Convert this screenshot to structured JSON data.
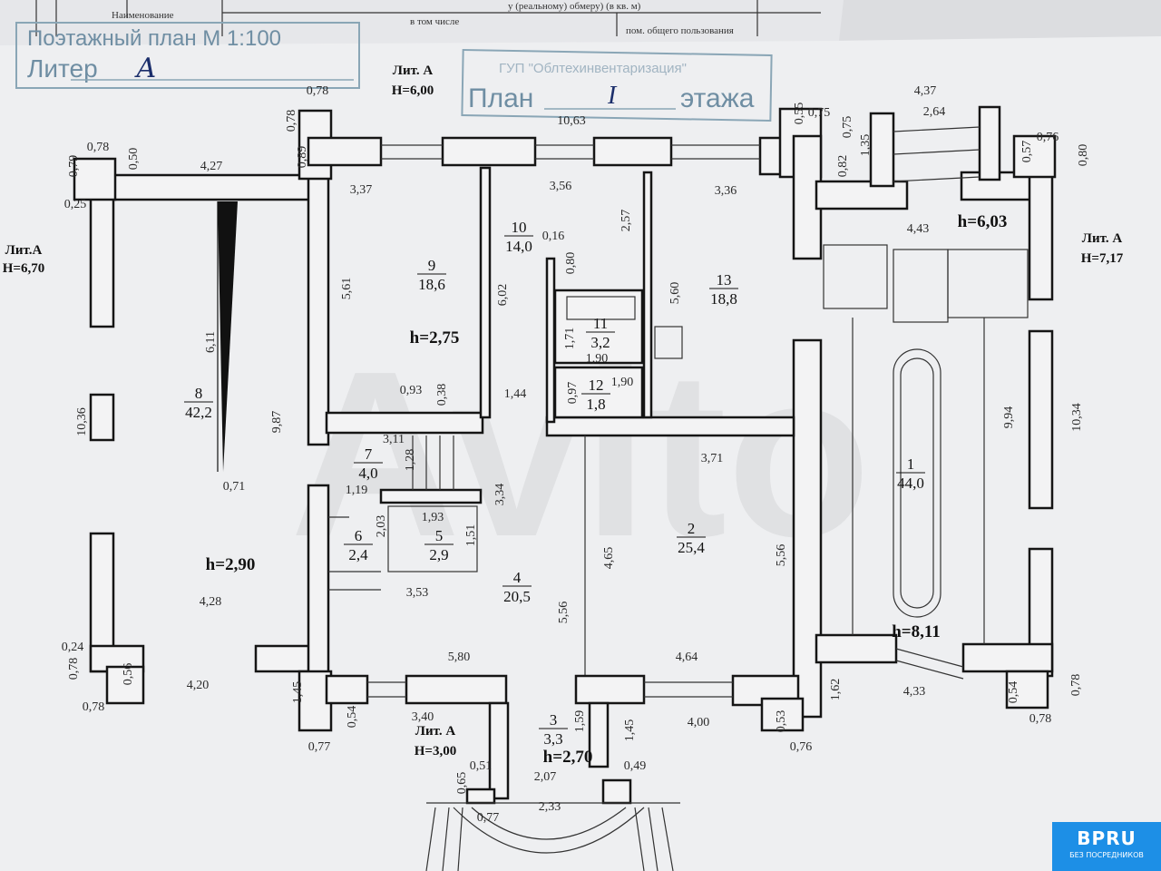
{
  "header_table": {
    "col_name": "Наименование",
    "col_subtotal": "в том числе",
    "col_common": "пом. общего пользования",
    "top_fragment": "у (реальному) обмеру) (в кв. м)"
  },
  "stamp_scale": {
    "line1": "Поэтажный план М 1:100",
    "liter_label": "Литер",
    "liter_value": "А"
  },
  "stamp_floor": {
    "org": "ГУП \"Облтехинвентаризация\"",
    "label": "План",
    "value": "I",
    "suffix": "этажа"
  },
  "lit_labels": [
    {
      "name": "Лит. А",
      "height": "H=6,00"
    },
    {
      "name": "Лит.А",
      "height": "H=6,70"
    },
    {
      "name": "Лит. А",
      "height": "H=7,17"
    },
    {
      "name": "Лит. А",
      "height": "H=3,00"
    }
  ],
  "rooms": [
    {
      "num": "1",
      "area": "44,0"
    },
    {
      "num": "2",
      "area": "25,4"
    },
    {
      "num": "3",
      "area": "3,3"
    },
    {
      "num": "4",
      "area": "20,5"
    },
    {
      "num": "5",
      "area": "2,9"
    },
    {
      "num": "6",
      "area": "2,4"
    },
    {
      "num": "7",
      "area": "4,0"
    },
    {
      "num": "8",
      "area": "42,2"
    },
    {
      "num": "9",
      "area": "18,6"
    },
    {
      "num": "10",
      "area": "14,0"
    },
    {
      "num": "11",
      "area": "3,2"
    },
    {
      "num": "12",
      "area": "1,8"
    },
    {
      "num": "13",
      "area": "18,8"
    }
  ],
  "heights": [
    "h=2,75",
    "h=2,90",
    "h=6,03",
    "h=8,11",
    "h=2,70"
  ],
  "dims": [
    "0,78",
    "10,63",
    "0,78",
    "0,78",
    "0,50",
    "4,27",
    "0,89",
    "0,79",
    "0,25",
    "3,37",
    "3,56",
    "3,36",
    "0,16",
    "2,57",
    "0,80",
    "5,61",
    "6,02",
    "6,11",
    "5,60",
    "1,71",
    "1,90",
    "1,90",
    "0,93",
    "0,38",
    "1,44",
    "0,97",
    "10,36",
    "9,87",
    "3,71",
    "3,11",
    "1,28",
    "0,71",
    "1,19",
    "3,34",
    "1,93",
    "2,03",
    "1,51",
    "5,56",
    "4,65",
    "5,56",
    "4,28",
    "3,53",
    "5,80",
    "4,64",
    "0,24",
    "0,78",
    "0,56",
    "4,20",
    "0,78",
    "1,45",
    "0,54",
    "0,77",
    "3,40",
    "1,59",
    "1,45",
    "4,00",
    "0,53",
    "0,76",
    "0,51",
    "0,65",
    "2,07",
    "0,49",
    "2,33",
    "0,77",
    "1,62",
    "4,33",
    "0,54",
    "0,78",
    "0,78",
    "4,37",
    "2,64",
    "0,55",
    "0,75",
    "0,75",
    "0,82",
    "1,35",
    "4,43",
    "0,57",
    "0,76",
    "0,80",
    "9,94",
    "10,34"
  ],
  "watermark": "Avito",
  "badge": {
    "title": "BPRU",
    "subtitle": "БЕЗ ПОСРЕДНИКОВ"
  }
}
